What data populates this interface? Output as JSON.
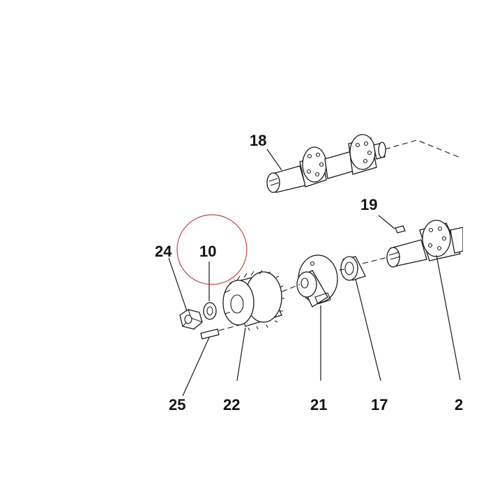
{
  "diagram": {
    "callouts": [
      {
        "id": "18",
        "text": "18"
      },
      {
        "id": "19",
        "text": "19"
      },
      {
        "id": "24",
        "text": "24"
      },
      {
        "id": "10",
        "text": "10"
      },
      {
        "id": "25",
        "text": "25"
      },
      {
        "id": "22",
        "text": "22"
      },
      {
        "id": "21",
        "text": "21"
      },
      {
        "id": "17",
        "text": "17"
      },
      {
        "id": "2x",
        "text": "2"
      }
    ],
    "highlight": {
      "color": "#c0444a",
      "target": "10"
    },
    "line_color": "#1a1a1a"
  }
}
